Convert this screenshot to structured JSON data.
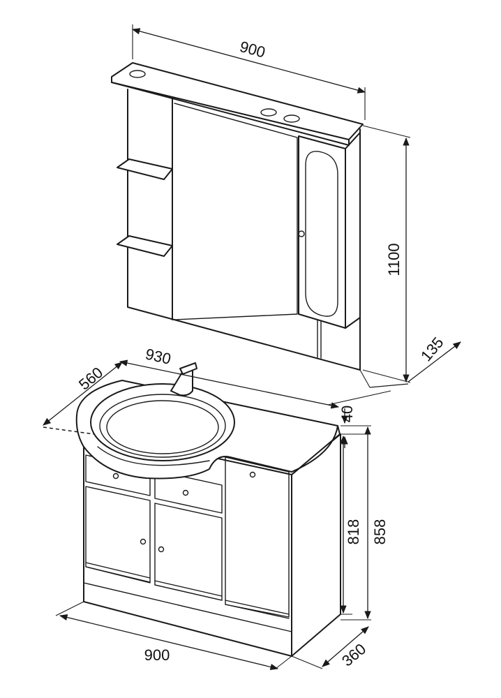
{
  "dimensions": {
    "mirror_width": "900",
    "mirror_height": "1100",
    "mirror_depth": "135",
    "countertop_width": "930",
    "countertop_depth": "560",
    "countertop_thickness": "40",
    "cabinet_height_body": "818",
    "cabinet_height_total": "858",
    "cabinet_width": "900",
    "cabinet_depth": "360"
  },
  "colors": {
    "line": "#1a1a1a",
    "background": "#ffffff"
  }
}
